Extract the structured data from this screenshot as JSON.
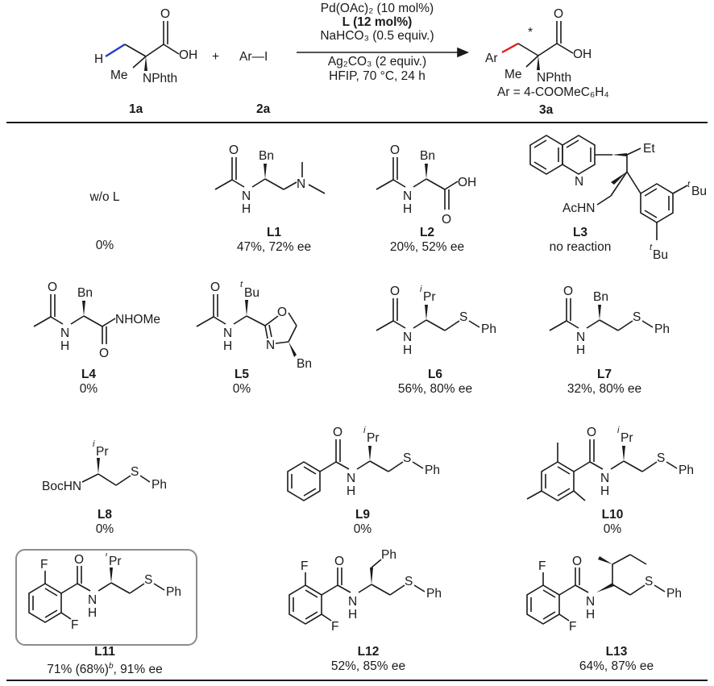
{
  "scheme": {
    "reactant1_label": "1a",
    "reactant2_label": "2a",
    "product_label": "3a",
    "reactant2_text": "Ar—I",
    "plus": "+",
    "conditions_above": [
      "Pd(OAc)₂ (10 mol%)",
      "L (12 mol%)",
      "NaHCO₃ (0.5 equiv.)"
    ],
    "conditions_below": [
      "Ag₂CO₃ (2 equiv.)",
      "HFIP, 70 °C, 24 h"
    ],
    "ar_definition": "Ar = 4-COOMeC₆H₄",
    "atoms": {
      "H": "H",
      "OH": "OH",
      "O": "O",
      "Me": "Me",
      "NPhth": "NPhth",
      "Ar": "Ar",
      "star": "*"
    },
    "colors": {
      "highlight_bond_reactant": "#1f3fd0",
      "highlight_bond_product": "#e0211d"
    }
  },
  "entries": [
    {
      "id": "wo",
      "name": "w/o L",
      "result": "0%"
    },
    {
      "id": "L1",
      "name": "L1",
      "result": "47%, 72% ee"
    },
    {
      "id": "L2",
      "name": "L2",
      "result": "20%, 52% ee"
    },
    {
      "id": "L3",
      "name": "L3",
      "result": "no reaction"
    },
    {
      "id": "L4",
      "name": "L4",
      "result": "0%"
    },
    {
      "id": "L5",
      "name": "L5",
      "result": "0%"
    },
    {
      "id": "L6",
      "name": "L6",
      "result": "56%, 80% ee"
    },
    {
      "id": "L7",
      "name": "L7",
      "result": "32%, 80% ee"
    },
    {
      "id": "L8",
      "name": "L8",
      "result": "0%"
    },
    {
      "id": "L9",
      "name": "L9",
      "result": "0%"
    },
    {
      "id": "L10",
      "name": "L10",
      "result": "0%"
    },
    {
      "id": "L11",
      "name": "L11",
      "result_pre": "71% (68%)",
      "result_sup": "b",
      "result_post": ", 91% ee"
    },
    {
      "id": "L12",
      "name": "L12",
      "result": "52%, 85% ee"
    },
    {
      "id": "L13",
      "name": "L13",
      "result": "64%, 87% ee"
    }
  ],
  "atom_labels": {
    "O": "O",
    "N": "N",
    "H": "H",
    "OH": "OH",
    "F": "F",
    "S": "S",
    "Ph": "Ph",
    "Bn": "Bn",
    "Et": "Et",
    "Pr": "Pr",
    "Bu": "Bu",
    "i": "i",
    "t": "t",
    "AcHN": "AcHN",
    "BocHN": "BocHN",
    "NHOMe": "NHOMe"
  }
}
